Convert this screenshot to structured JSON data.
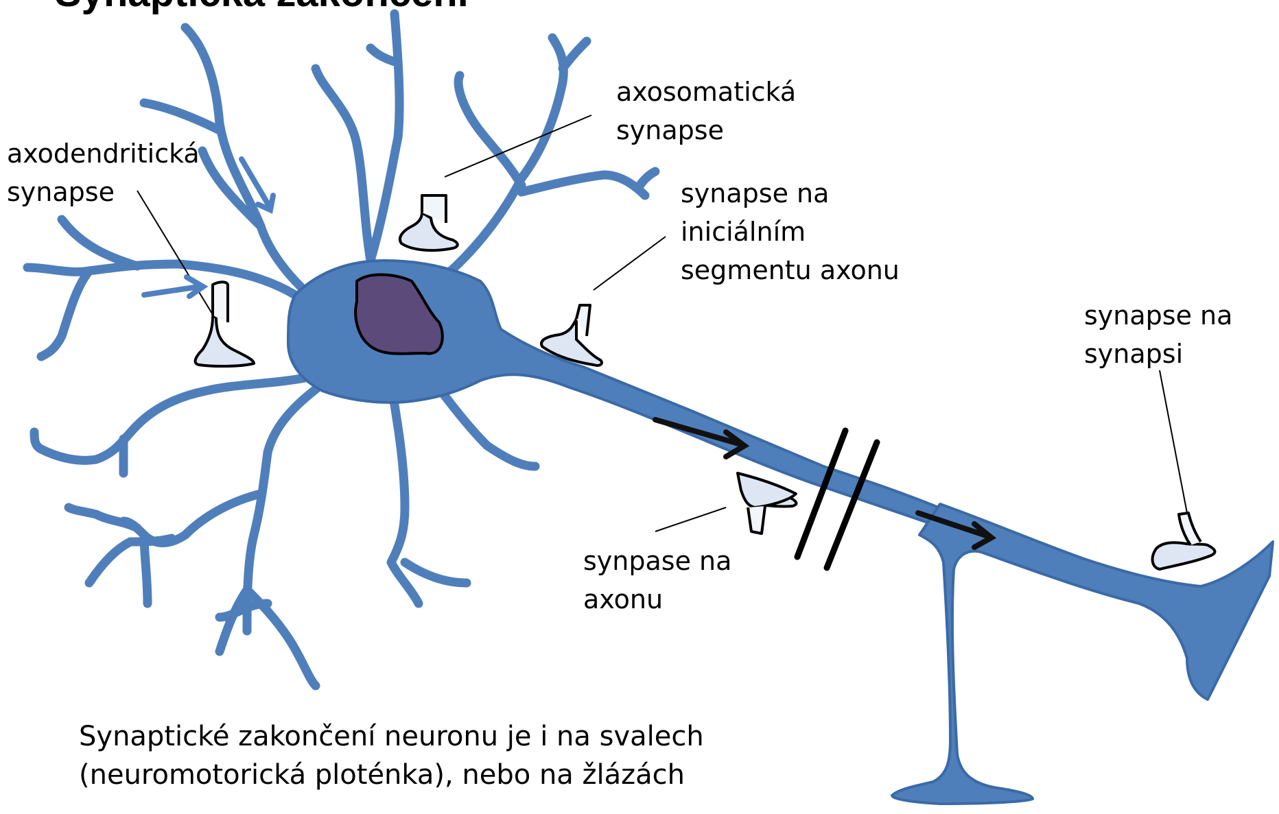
{
  "title": "Synaptická zakončení",
  "labels": {
    "axodendritic": [
      "axodendritická",
      "synapse"
    ],
    "axosomatic": [
      "axosomatická",
      "synapse"
    ],
    "initial_segment": [
      "synapse na",
      "iniciálním",
      "segmentu axonu"
    ],
    "on_synapse": [
      "synapse na",
      "synapsi"
    ],
    "on_axon": [
      "synpase na",
      "axonu"
    ],
    "footnote": [
      "Synaptické zakončení neuronu je i na svalech",
      "(neuromotorická ploténka), nebo na žlázách"
    ]
  },
  "colors": {
    "neuron": "#4f7fbb",
    "neuron_outline": "#3b6aa6",
    "nucleus": "#5c4a7a",
    "terminal_fill": "#dde6f2",
    "terminal_stem": "#f2f5fa",
    "signal_arrow_light": "#4f80c0",
    "signal_arrow_dark": "#111111"
  }
}
